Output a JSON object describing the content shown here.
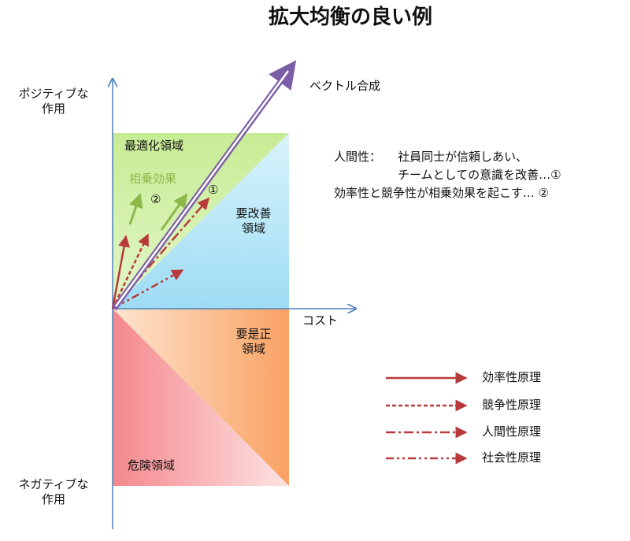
{
  "title": "拡大均衡の良い例",
  "axes": {
    "y_positive": "ポジティブな\n作用",
    "y_negative": "ネガティブな\n作用",
    "x_label": "コスト"
  },
  "zones": {
    "optimal": "最適化領域",
    "needs_improvement": "要改善\n領域",
    "needs_correction": "要是正\n領域",
    "danger": "危険領域"
  },
  "annotations": {
    "vector_sum": "ベクトル合成",
    "synergy": "相乗効果",
    "marker_2": "②",
    "marker_1": "①"
  },
  "notes": {
    "humanity_label": "人間性：",
    "humanity_line1": "社員同士が信頼しあい、",
    "humanity_line2": "チームとしての意識を改善…①",
    "efficiency_line": "効率性と競争性が相乗効果を起こす… ②"
  },
  "legend": [
    {
      "label": "効率性原理",
      "style": "solid"
    },
    {
      "label": "競争性原理",
      "style": "dashed"
    },
    {
      "label": "人間性原理",
      "style": "dashdot"
    },
    {
      "label": "社会性原理",
      "style": "dashdotdot"
    }
  ],
  "colors": {
    "axis": "#4f81bd",
    "arrow_red": "#b83b3b",
    "arrow_green": "#8db84a",
    "arrow_purple": "#7b5ea7",
    "zone_green": "#c7ec95",
    "zone_blue": "#a6e2f6",
    "zone_orange": "#f9ab6e",
    "zone_pink": "#f48a8e",
    "synergy_text": "#8db84a"
  }
}
